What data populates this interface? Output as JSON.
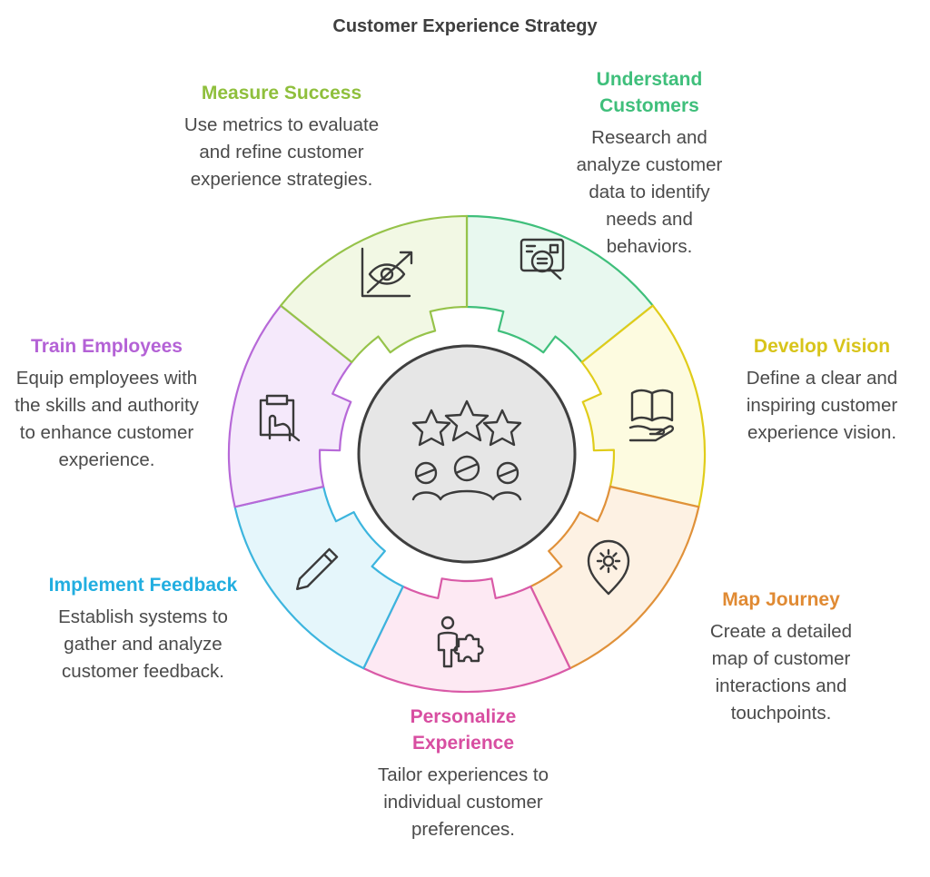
{
  "title": "Customer Experience Strategy",
  "center": {
    "icon": "stars-and-people-icon"
  },
  "segments": [
    {
      "id": "understand",
      "title": "Understand Customers",
      "description": "Research and analyze customer data to identify needs and behaviors.",
      "icon": "data-search-icon",
      "fill": "#e8f8ef",
      "stroke": "#3fbf7b",
      "title_color": "#3fbf7b"
    },
    {
      "id": "vision",
      "title": "Develop Vision",
      "description": "Define a clear and inspiring customer experience vision.",
      "icon": "book-hand-icon",
      "fill": "#fdfbe0",
      "stroke": "#e0cc1a",
      "title_color": "#d8c41a"
    },
    {
      "id": "journey",
      "title": "Map Journey",
      "description": "Create a detailed map of customer interactions and touchpoints.",
      "icon": "gear-pin-icon",
      "fill": "#fdf1e3",
      "stroke": "#e0913a",
      "title_color": "#e08a33"
    },
    {
      "id": "personalize",
      "title": "Personalize Experience",
      "description": "Tailor experiences to individual customer preferences.",
      "icon": "person-puzzle-icon",
      "fill": "#fde9f3",
      "stroke": "#d95aa7",
      "title_color": "#d84ea1"
    },
    {
      "id": "feedback",
      "title": "Implement Feedback",
      "description": "Establish systems to gather and analyze customer feedback.",
      "icon": "pencil-icon",
      "fill": "#e5f6fb",
      "stroke": "#3cb5de",
      "title_color": "#22aee0"
    },
    {
      "id": "train",
      "title": "Train Employees",
      "description": "Equip employees with the skills and authority to enhance customer experience.",
      "icon": "clipboard-hand-icon",
      "fill": "#f5e9fb",
      "stroke": "#b769d8",
      "title_color": "#b462d6"
    },
    {
      "id": "measure",
      "title": "Measure Success",
      "description": "Use metrics to evaluate and refine customer experience strategies.",
      "icon": "eye-chart-icon",
      "fill": "#f2f8e4",
      "stroke": "#96c34a",
      "title_color": "#8fbf3c"
    }
  ]
}
